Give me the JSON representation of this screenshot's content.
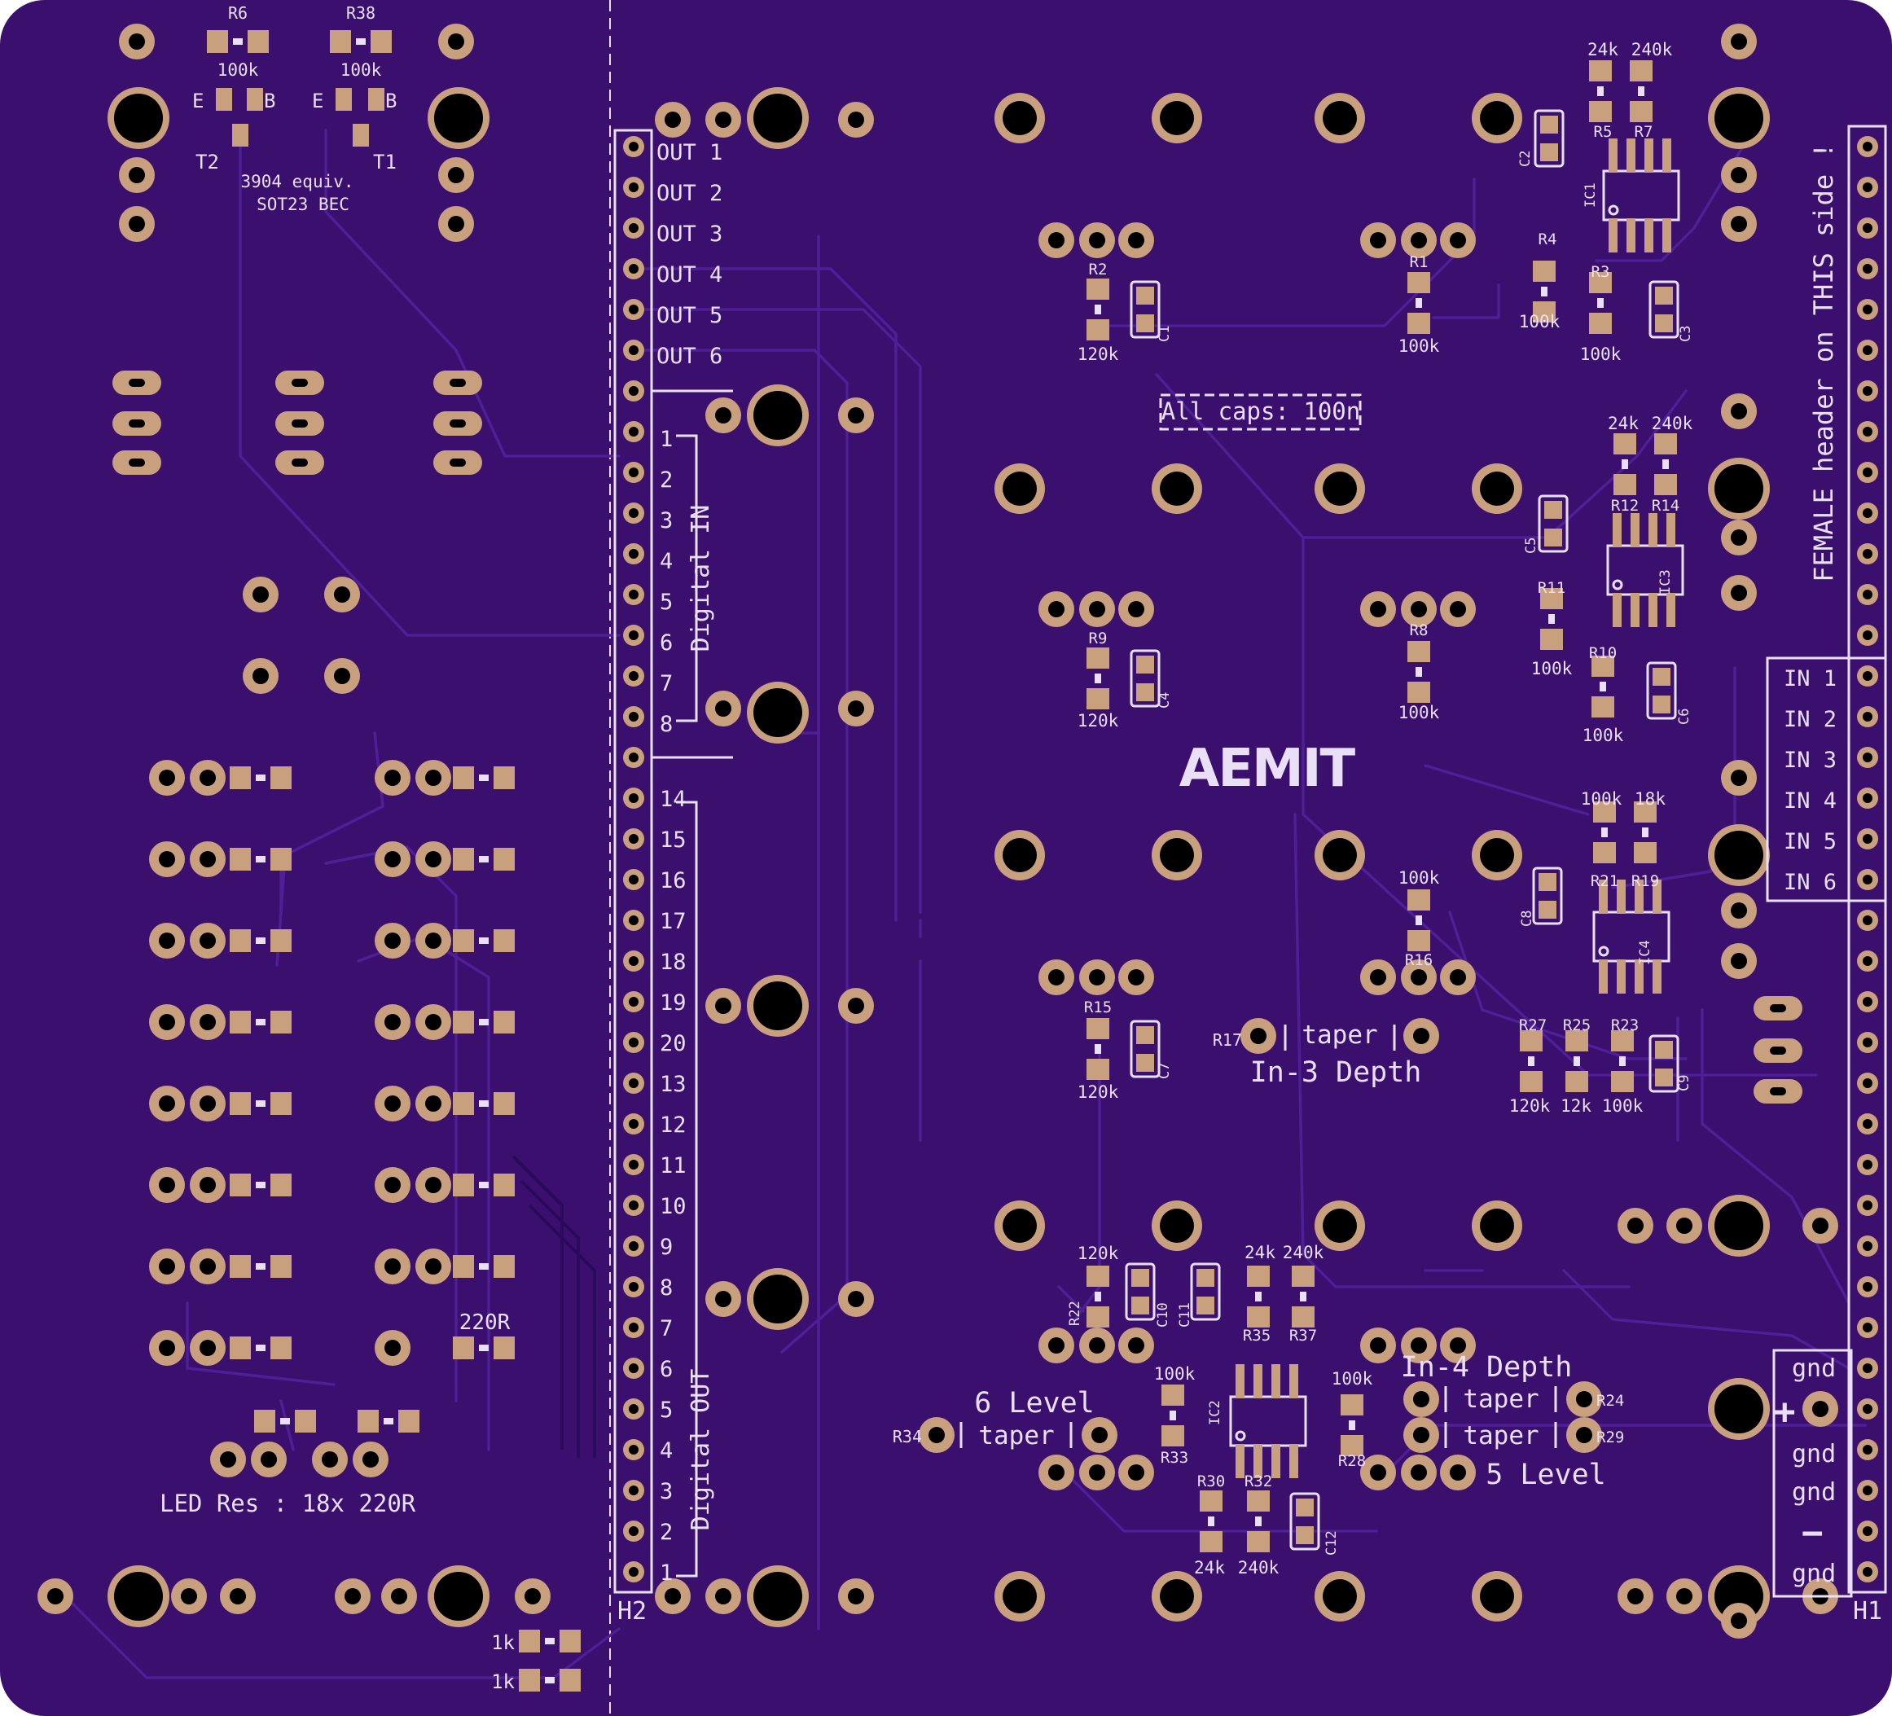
{
  "board": {
    "colors": {
      "substrate": "#3a0f6e",
      "substrate_edge": "#2e0a5a",
      "silkscreen": "#e9e0f7",
      "copper_pad": "#c9a07e",
      "trace": "#4e1f96",
      "drill": "#000000"
    }
  },
  "logo": "AEMIT",
  "notes": {
    "caps": "All caps: 100n",
    "led_res": "LED Res : 18x 220R",
    "transistor_1": "3904 equiv.",
    "transistor_2": "SOT23 BEC",
    "female_header": "FEMALE header on THIS side !"
  },
  "headers": {
    "h1": "H1",
    "h2": "H2",
    "outputs": [
      "OUT 1",
      "OUT 2",
      "OUT 3",
      "OUT 4",
      "OUT 5",
      "OUT 6"
    ],
    "inputs": [
      "IN 1",
      "IN 2",
      "IN 3",
      "IN 4",
      "IN 5",
      "IN 6"
    ],
    "digital_in_title": "Digital IN",
    "digital_in_pins": [
      "1",
      "2",
      "3",
      "4",
      "5",
      "6",
      "7",
      "8"
    ],
    "digital_out_title": "Digital OUT",
    "digital_out_pins": [
      "14",
      "15",
      "16",
      "17",
      "18",
      "19",
      "20",
      "13",
      "12",
      "11",
      "10",
      "9",
      "8",
      "7",
      "6",
      "5",
      "4",
      "3",
      "2",
      "1"
    ],
    "power": [
      "gnd",
      "gnd",
      "gnd",
      "gnd"
    ],
    "plus": "+",
    "minus": "−"
  },
  "labels": {
    "t1": "T1",
    "t2": "T2",
    "r6": "R6",
    "r38": "R38",
    "v100k": "100k",
    "v120k": "120k",
    "v24k": "24k",
    "v240k": "240k",
    "v18k": "18k",
    "v12k": "12k",
    "v220r": "220R",
    "v1k": "1k",
    "e": "E",
    "b": "B",
    "r1": "R1",
    "r2": "R2",
    "r3": "R3",
    "r4": "R4",
    "r5": "R5",
    "r7": "R7",
    "r8": "R8",
    "r9": "R9",
    "r10": "R10",
    "r11": "R11",
    "r12": "R12",
    "r14": "R14",
    "r15": "R15",
    "r16": "R16",
    "r17": "R17",
    "r19": "R19",
    "r21": "R21",
    "r22": "R22",
    "r23": "R23",
    "r24": "R24",
    "r25": "R25",
    "r27": "R27",
    "r28": "R28",
    "r29": "R29",
    "r30": "R30",
    "r32": "R32",
    "r33": "R33",
    "r34": "R34",
    "r35": "R35",
    "r37": "R37",
    "c1": "C1",
    "c2": "C2",
    "c3": "C3",
    "c4": "C4",
    "c5": "C5",
    "c6": "C6",
    "c7": "C7",
    "c8": "C8",
    "c9": "C9",
    "c10": "C10",
    "c11": "C11",
    "c12": "C12",
    "ic1": "IC1",
    "ic2": "IC2",
    "ic3": "IC3",
    "ic4": "IC4",
    "taper": "taper",
    "in3_depth": "In-3 Depth",
    "in4_depth": "In-4 Depth",
    "level6": "6 Level",
    "level5": "5 Level"
  }
}
